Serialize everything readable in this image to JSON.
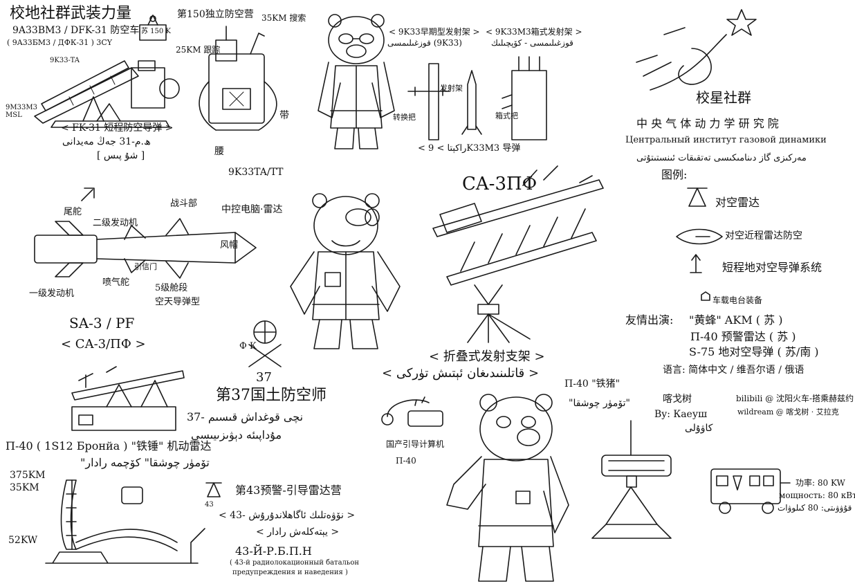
{
  "header": {
    "title": "校地社群武装力量",
    "units_line1": "9A33BM3 / DFK-31 防空车",
    "units_line2": "( 9A33БМ3 / ДФК-31 ) 3CY",
    "badge": "苏 150 K"
  },
  "top_left": {
    "missile_label": "9K33-TA",
    "msl_label": "9M33M3\nMSL",
    "caption_zh": "< FK-31 短程防空导弹 >",
    "caption_ug1": "ھ.م-31 جەڭ مەيدانى",
    "caption_ug2": "[ شۇ پىس ]"
  },
  "top_mid": {
    "title": "第150独立防空营",
    "radar_35": "35KM 搜索",
    "radar_25": "25KM 跟踪",
    "label_bottom": "腰",
    "label_side": "带",
    "model": "9K33TA/TT"
  },
  "top_launcher": {
    "header_left": "< 9K33早期型发射架 >",
    "header_right": "< 9K33M3箱式发射架 >",
    "ug_left": "قوزغىلىمسى (9K33)",
    "ug_right": "قوزغىلىمسى - كۆپچىلىك",
    "label_stand": "发射架",
    "label_handle": "转换把",
    "label_box": "箱式把",
    "caption": "< راكېتا > 9K33M3 导弹"
  },
  "logo": {
    "title": "校星社群",
    "institute_zh": "中 央 气 体 动 力 学 研 究 院",
    "institute_ru": "Центральный институт газовой динамики",
    "institute_ug": "مەركىزى گاز دىنامىكىسى تەتقىقات ئىنستىتۇتى"
  },
  "legend": {
    "title": "图例:",
    "items": [
      {
        "icon": "radar-icon",
        "label": "对空雷达"
      },
      {
        "icon": "eye-icon",
        "label": "对空近程雷达防空"
      },
      {
        "icon": "arrow-up-icon",
        "label": "短程地对空导弹系统"
      },
      {
        "icon": "vehicle-icon",
        "label": "车载电台装备"
      }
    ]
  },
  "friendly": {
    "label": "友情出演:",
    "lines": [
      "\"黄蜂\" AKM  ( 苏 )",
      "П-40 预警雷达 ( 苏 )",
      "S-75 地对空导弹 ( 苏/南 )"
    ],
    "languages": "语言: 简体中文 / 维吾尔语 / 俄语"
  },
  "credits": {
    "artist_zh": "喀戈树",
    "by": "By: Каеуш",
    "artist_ug": "كاۋۇلى",
    "bilibili": "bilibili @ 沈阳火车-搭乘赫兹约",
    "wildream": "wildream @ 喀戈树 · 艾拉克"
  },
  "sa3_missile": {
    "part_steer": "尾舵",
    "part_booster2": "二级发动机",
    "part_warhead": "战斗部",
    "part_guidance": "中控电脑·雷达",
    "part_fins": "风帽",
    "part_booster1": "一级发动机",
    "part_nozzle": "喷气舵",
    "part_fuse": "引信门",
    "part_stage": "5级舱段",
    "part_type": "空天导弹型",
    "name": "SA-3 / PF",
    "name_ru": "< CA-3/ПФ >"
  },
  "center": {
    "division": "37",
    "division_title": "第37国土防空师",
    "division_ug1": "37- نچى قوغداش قىسىم",
    "division_ug2": "مۇداپىئە دېۋىزىيىسى",
    "emblem_letters": "Ф  К"
  },
  "launcher_sa3": {
    "title": "CA-3ПФ",
    "caption": "< 折叠式发射支架 >",
    "caption_ug": "< قاتلىنىدىغان ئېتىش تۈركى >"
  },
  "p40": {
    "name": "П-40 ( 1S12 Бронйа ) \"铁锤\" 机动雷达",
    "name_ug": "\"تۆمۈر چوشقا\" كۆچمە رادار",
    "range1": "375KM",
    "range2": "35KM",
    "power": "52KW"
  },
  "battalion": {
    "title": "第43预警-引导雷达营",
    "ug1": "< 43- نۆۋەتلىك ئاگاھلاندۇرۇش >",
    "ug2": "< يېتەكلەش رادار >",
    "ru1": "43-Й-Р.Б.П.Н",
    "ru2": "( 43-й радиолокационный батальон",
    "ru3": "предупреждения и наведения )",
    "badge": "43"
  },
  "headset": {
    "label": "国产引导计算机",
    "model": "П-40"
  },
  "bear3": {
    "label": "П-40 \"铁猪\"",
    "label_ug": "\"تۆمۈر چوشقا\""
  },
  "vehicle": {
    "power_zh": "功率: 80 KW",
    "power_ru": "мощность: 80 кВт",
    "power_ug": "قۇۋۋىتى: 80 كىلوۋات"
  }
}
